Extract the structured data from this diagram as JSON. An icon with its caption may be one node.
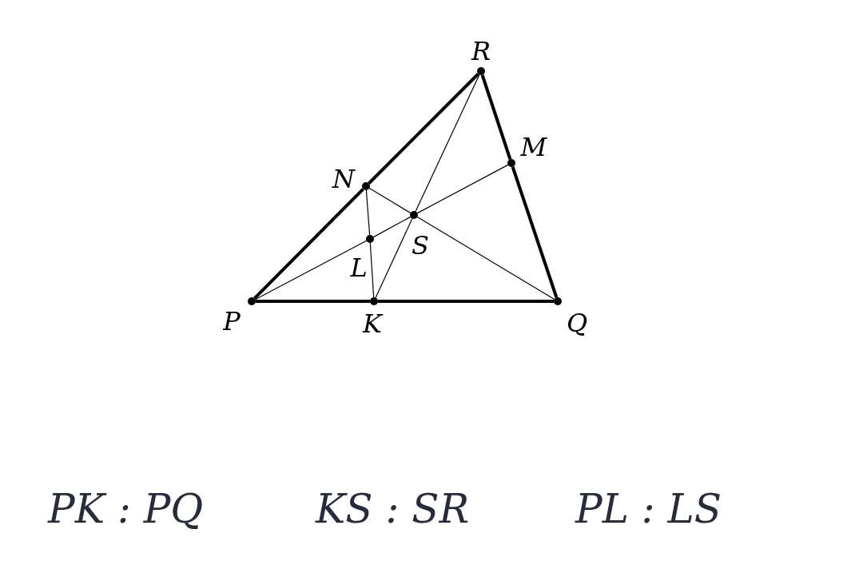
{
  "diagram": {
    "nodes": [
      {
        "text": [
          "R"
        ]
      },
      {
        "text": [
          "M"
        ]
      },
      {
        "text": [
          "N"
        ]
      },
      {
        "text": [
          "S"
        ]
      },
      {
        "text": [
          "L"
        ]
      },
      {
        "text": [
          "P"
        ]
      },
      {
        "text": [
          "K"
        ]
      },
      {
        "text": [
          "Q"
        ]
      }
    ],
    "edges": [
      {
        "from": 5,
        "to": 2,
        "arrow": "none",
        "style": "thick"
      },
      {
        "from": 2,
        "to": 0,
        "arrow": "none",
        "style": "thick"
      },
      {
        "from": 0,
        "to": 1,
        "arrow": "none",
        "style": "thick"
      },
      {
        "from": 1,
        "to": 7,
        "arrow": "none",
        "style": "thick"
      },
      {
        "from": 5,
        "to": 6,
        "arrow": "none",
        "style": "thick"
      },
      {
        "from": 6,
        "to": 7,
        "arrow": "none",
        "style": "thick"
      },
      {
        "from": 0,
        "to": 3,
        "arrow": "none"
      },
      {
        "from": 3,
        "to": 6,
        "arrow": "none"
      },
      {
        "from": 5,
        "to": 4,
        "arrow": "none"
      },
      {
        "from": 4,
        "to": 3,
        "arrow": "none"
      },
      {
        "from": 3,
        "to": 1,
        "arrow": "none"
      },
      {
        "from": 2,
        "to": 3,
        "arrow": "none"
      },
      {
        "from": 3,
        "to": 7,
        "arrow": "none"
      },
      {
        "from": 2,
        "to": 4,
        "arrow": "none"
      },
      {
        "from": 4,
        "to": 6,
        "arrow": "none"
      }
    ],
    "labels": [
      "PK : PQ",
      "KS : SR",
      "PL : LS"
    ]
  }
}
